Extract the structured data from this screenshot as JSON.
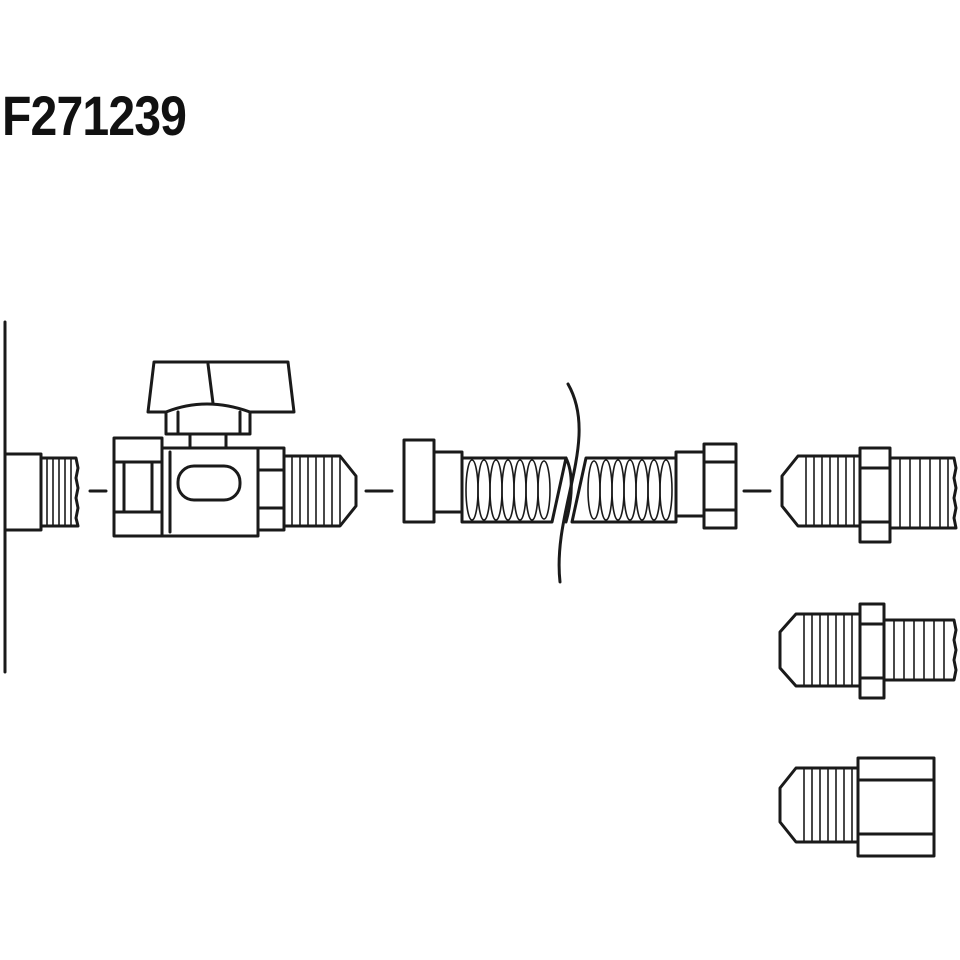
{
  "diagram": {
    "part_number": "F271239",
    "line_color": "#1a1a1a",
    "background": "#ffffff",
    "components": [
      {
        "id": "wall-pipe-stub",
        "icon": "threaded-pipe-stub-icon"
      },
      {
        "id": "gas-shutoff-valve",
        "icon": "ball-valve-icon"
      },
      {
        "id": "flexible-connector",
        "icon": "corrugated-hose-icon"
      },
      {
        "id": "flare-to-male-adapter-a",
        "icon": "flare-male-adapter-icon"
      },
      {
        "id": "flare-to-male-adapter-b",
        "icon": "flare-male-adapter-icon"
      },
      {
        "id": "flare-to-female-adapter",
        "icon": "flare-female-adapter-icon"
      }
    ]
  }
}
